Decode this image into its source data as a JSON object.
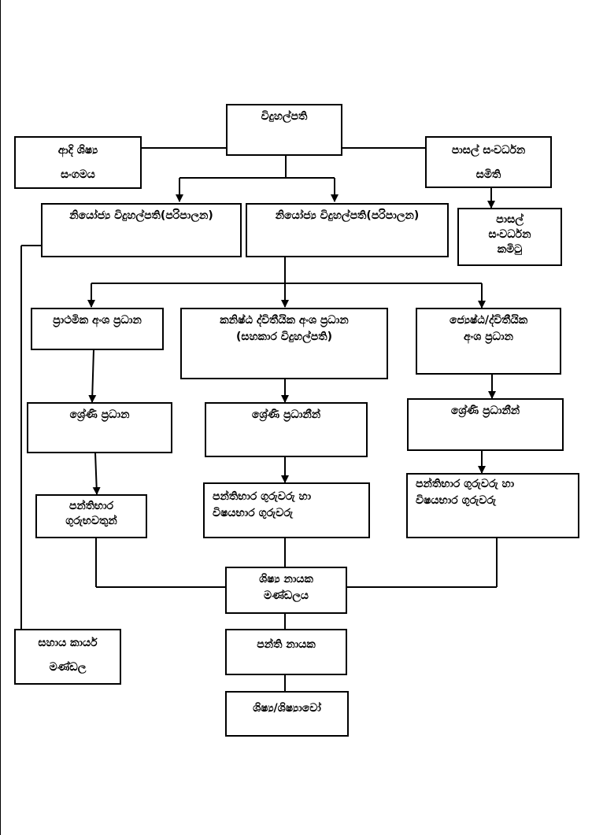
{
  "nodes": {
    "principal": {
      "lines": [
        "විදුහල්පති"
      ]
    },
    "past_pupils": {
      "lines": [
        "ආදි ශිෂ්‍ය",
        "සංගමය"
      ]
    },
    "sdc": {
      "lines": [
        "පාසල් සංවර්ධන",
        "සමිති"
      ]
    },
    "deputy_left": {
      "lines": [
        "නියෝජ්‍ය විදුහල්පති(පරිපාලන)"
      ]
    },
    "deputy_right": {
      "lines": [
        "නියෝජ්‍ය විදුහල්පති(පරිපාලන)"
      ]
    },
    "sd_committee": {
      "lines": [
        "පාසල්",
        "සංවර්ධන",
        "කමිටු"
      ]
    },
    "primary_head": {
      "lines": [
        "ප්‍රාථමික අංශ ප්‍රධාන"
      ]
    },
    "junior_head": {
      "lines": [
        "කනිෂ්ඨ ද්විතීයික අංශ ප්‍රධාන",
        "(සහකාර විදුහල්පති)"
      ]
    },
    "senior_head": {
      "lines": [
        "ජ්‍යෙෂ්ඨ/ද්විතීයික",
        "අංශ ප්‍රධාන"
      ]
    },
    "grade_head_left": {
      "lines": [
        "ශ්‍රේණි ප්‍රධාන"
      ]
    },
    "grade_heads_mid": {
      "lines": [
        "ශ්‍රේණි ප්‍රධානීන්"
      ]
    },
    "grade_heads_right": {
      "lines": [
        "ශ්‍රේණි ප්‍රධානීන්"
      ]
    },
    "class_teachers_left": {
      "lines": [
        "පන්තිභාර",
        "ගුරුභවතුන්"
      ]
    },
    "teachers_mid": {
      "lines": [
        "පන්තිභාර ගුරුවරු හා",
        "විෂයභාර ගුරුවරු"
      ]
    },
    "teachers_right": {
      "lines": [
        "පන්තිභාර ගුරුවරු හා",
        "විෂයභාර ගුරුවරු"
      ]
    },
    "prefect_board": {
      "lines": [
        "ශිෂ්‍ය නායක",
        "මණ්ඩලය"
      ]
    },
    "co_curricular": {
      "lines": [
        "සහාය කාර්ය",
        "මණ්ඩල"
      ]
    },
    "class_monitors": {
      "lines": [
        "පන්ති නායක"
      ]
    },
    "students": {
      "lines": [
        "ශිෂ්‍ය/ශිෂ්‍යාවෝ"
      ]
    }
  }
}
